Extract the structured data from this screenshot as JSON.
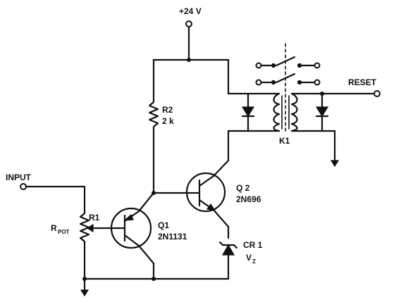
{
  "labels": {
    "supply": "+24 V",
    "reset": "RESET",
    "input": "INPUT",
    "r2_name": "R2",
    "r2_value": "2 k",
    "relay": "K1",
    "q2_name": "Q 2",
    "q2_part": "2N696",
    "q1_name": "Q1",
    "q1_part": "2N1131",
    "r1_name": "R1",
    "rpot_main": "R",
    "rpot_sub": "POT",
    "cr1_name": "CR 1",
    "vz_main": "V",
    "vz_sub": "Z"
  }
}
